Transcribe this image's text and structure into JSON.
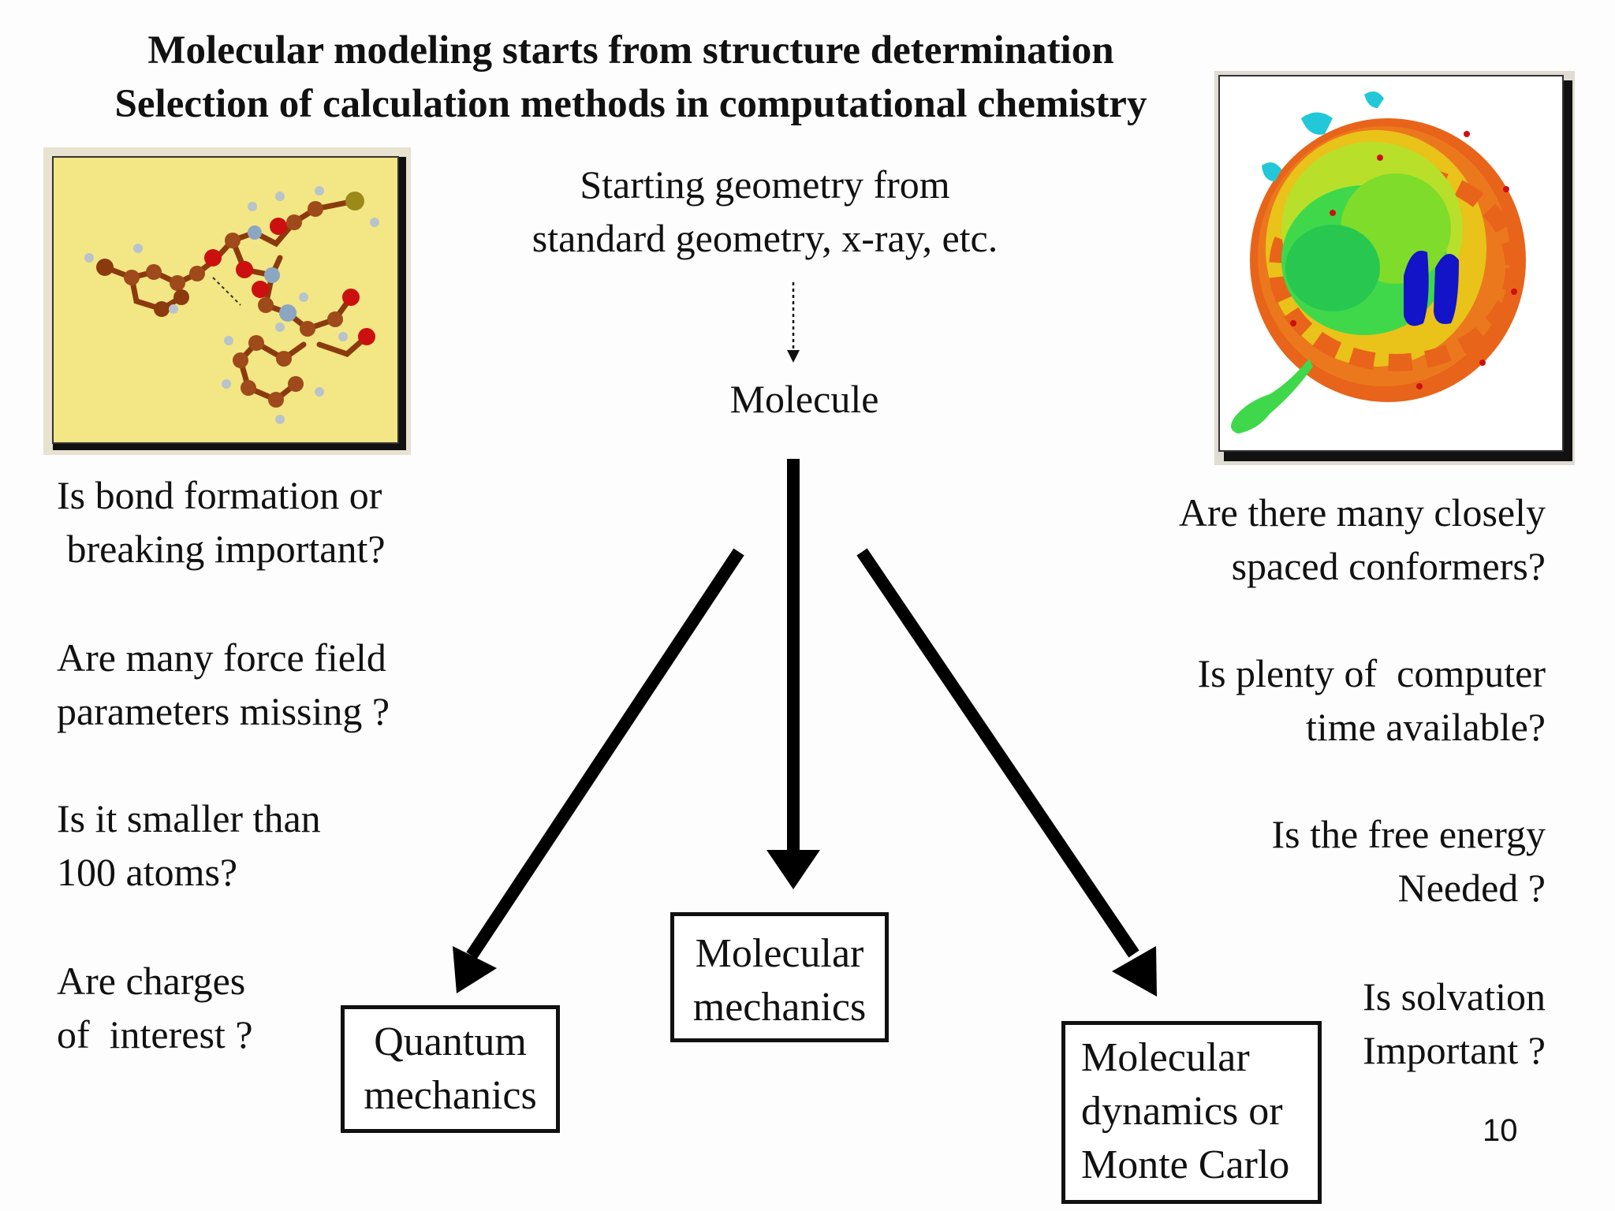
{
  "title": {
    "line1": "Molecular modeling starts from structure determination",
    "line2": "Selection of  calculation methods in computational chemistry"
  },
  "start": {
    "line1": "Starting geometry  from",
    "line2": "standard geometry, x-ray, etc."
  },
  "molecule_label": "Molecule",
  "boxes": {
    "qm": [
      "Quantum",
      "mechanics"
    ],
    "mm": [
      "Molecular",
      "mechanics"
    ],
    "md": [
      "Molecular",
      "dynamics or",
      "Monte Carlo"
    ]
  },
  "left_questions": [
    [
      "Is bond formation or",
      " breaking important?"
    ],
    [
      "Are many force field",
      "parameters missing ?"
    ],
    [
      "Is it smaller than",
      "100 atoms?"
    ],
    [
      "Are charges",
      "of  interest ?"
    ]
  ],
  "right_questions": [
    [
      "Are there many closely",
      "spaced conformers?"
    ],
    [
      "Is plenty of  computer",
      "time available?"
    ],
    [
      "Is the free energy",
      "Needed ?"
    ],
    [
      "Is solvation",
      "Important ?"
    ]
  ],
  "page_number": "10",
  "colors": {
    "left_image_bg": "#f3e685",
    "right_image_bg": "#ffffff",
    "atom_carbon": "#8b3a0e",
    "atom_oxygen": "#cc1010",
    "atom_nitrogen": "#8aa6c2",
    "protein_orange": "#e8641a",
    "protein_yellow": "#e9c21a",
    "protein_green": "#3fd84a",
    "protein_blue": "#1313c8",
    "protein_cyan": "#22c8d8"
  }
}
